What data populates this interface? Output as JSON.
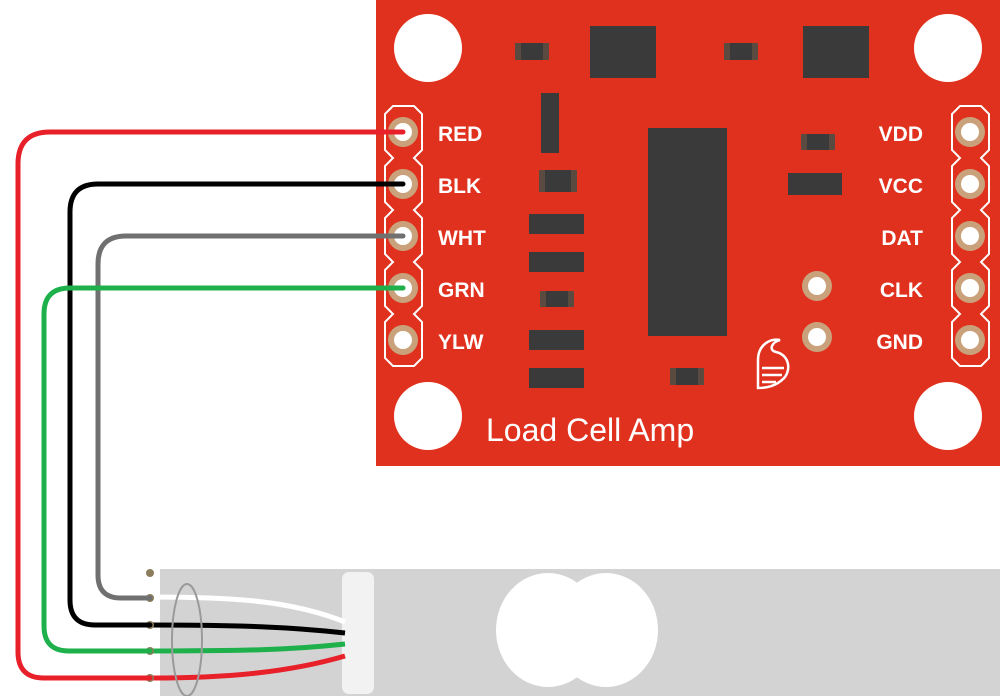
{
  "board": {
    "title": "Load Cell Amp",
    "color": "#E0301E",
    "left_pins": [
      "RED",
      "BLK",
      "WHT",
      "GRN",
      "YLW"
    ],
    "right_pins": [
      "VDD",
      "VCC",
      "DAT",
      "CLK",
      "GND"
    ]
  },
  "wires": [
    {
      "name": "red",
      "color": "#E8202A"
    },
    {
      "name": "black",
      "color": "#000000"
    },
    {
      "name": "white",
      "color": "#707070"
    },
    {
      "name": "green",
      "color": "#1DB04B"
    }
  ],
  "load_cell": {
    "color": "#D3D3D3"
  }
}
